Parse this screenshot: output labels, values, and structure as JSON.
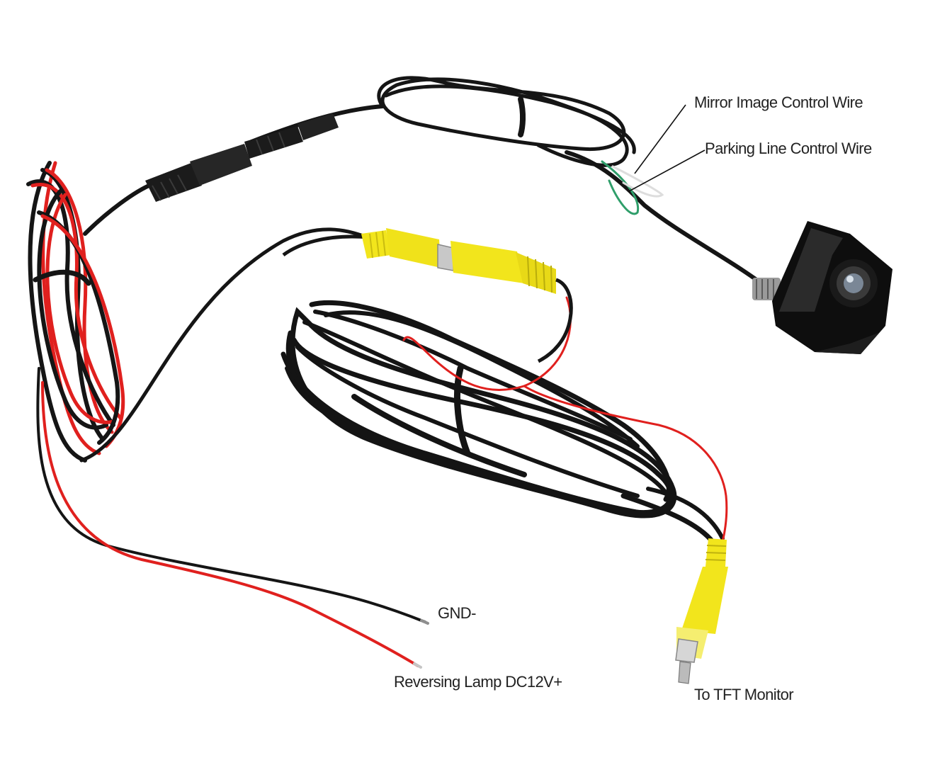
{
  "labels": {
    "mirror_wire": "Mirror Image Control Wire",
    "parking_wire": "Parking Line Control Wire",
    "gnd": "GND-",
    "reversing_lamp": "Reversing Lamp DC12V+",
    "tft_monitor": "To TFT Monitor"
  },
  "colors": {
    "cable_black": "#151515",
    "power_red": "#e0201e",
    "rca_yellow": "#f2e51c",
    "control_green": "#2f9e6a",
    "background": "#ffffff"
  }
}
